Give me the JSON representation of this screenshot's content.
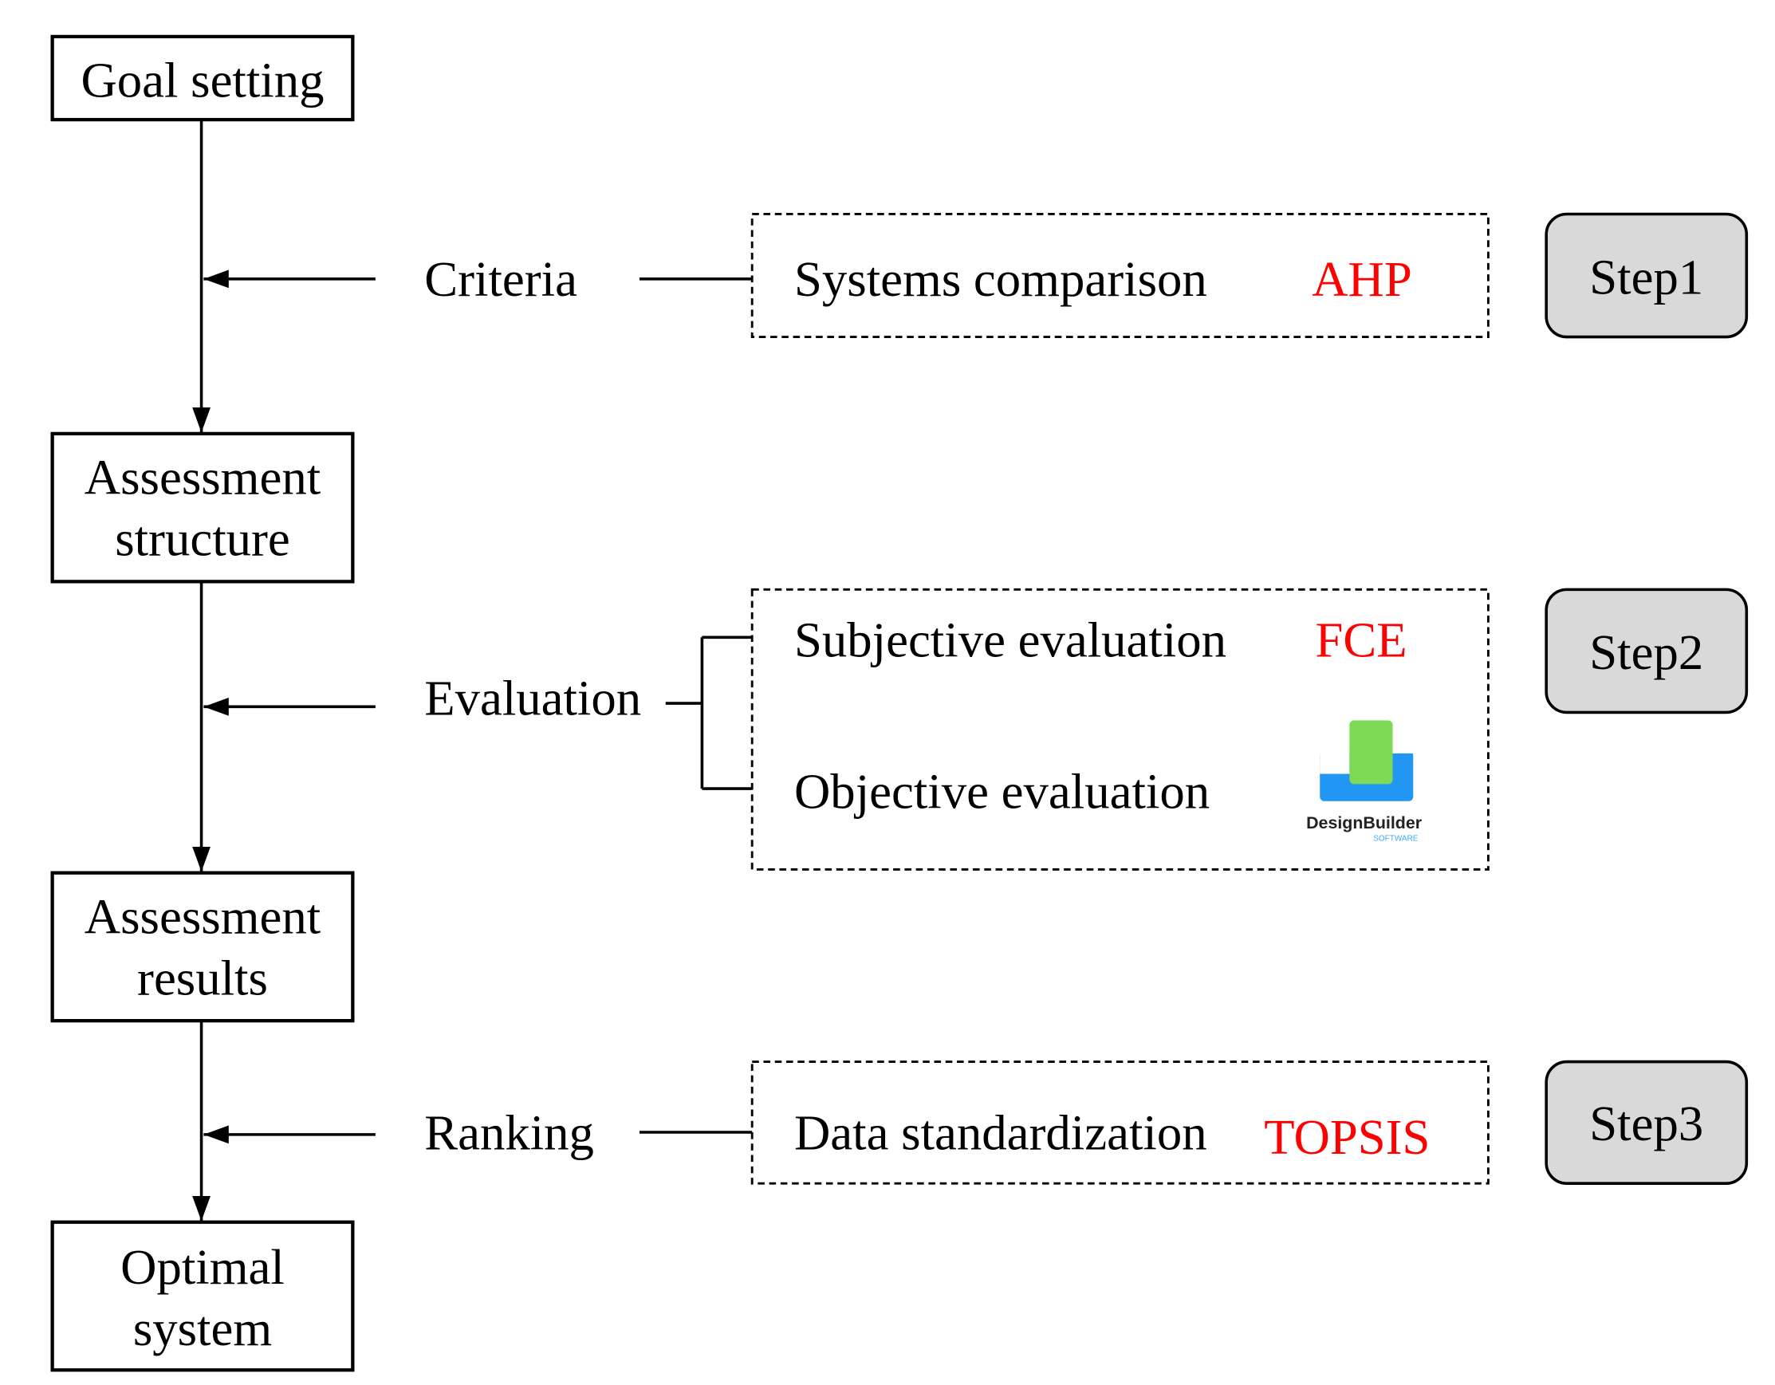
{
  "main_flow": [
    "Goal setting",
    [
      "Assessment",
      "structure"
    ],
    [
      "Assessment",
      "results"
    ],
    [
      "Optimal",
      "system"
    ]
  ],
  "flow": {
    "goal": "Goal setting",
    "structure": [
      "Assessment",
      "structure"
    ],
    "results": [
      "Assessment",
      "results"
    ],
    "optimal": [
      "Optimal",
      "system"
    ]
  },
  "stages": {
    "criteria": {
      "label": "Criteria",
      "item": "Systems comparison",
      "method": "AHP",
      "step": "Step1"
    },
    "evaluation": {
      "label": "Evaluation",
      "item1": "Subjective evaluation",
      "method1": "FCE",
      "item2": "Objective evaluation",
      "logo": "DesignBuilder",
      "logo_sub": "SOFTWARE",
      "step": "Step2"
    },
    "ranking": {
      "label": "Ranking",
      "item": "Data standardization",
      "method": "TOPSIS",
      "step": "Step3"
    }
  },
  "colors": {
    "method": "#ff0000",
    "step_fill": "#d9d9d9",
    "logo_green": "#7ed957",
    "logo_blue": "#2196f3"
  }
}
